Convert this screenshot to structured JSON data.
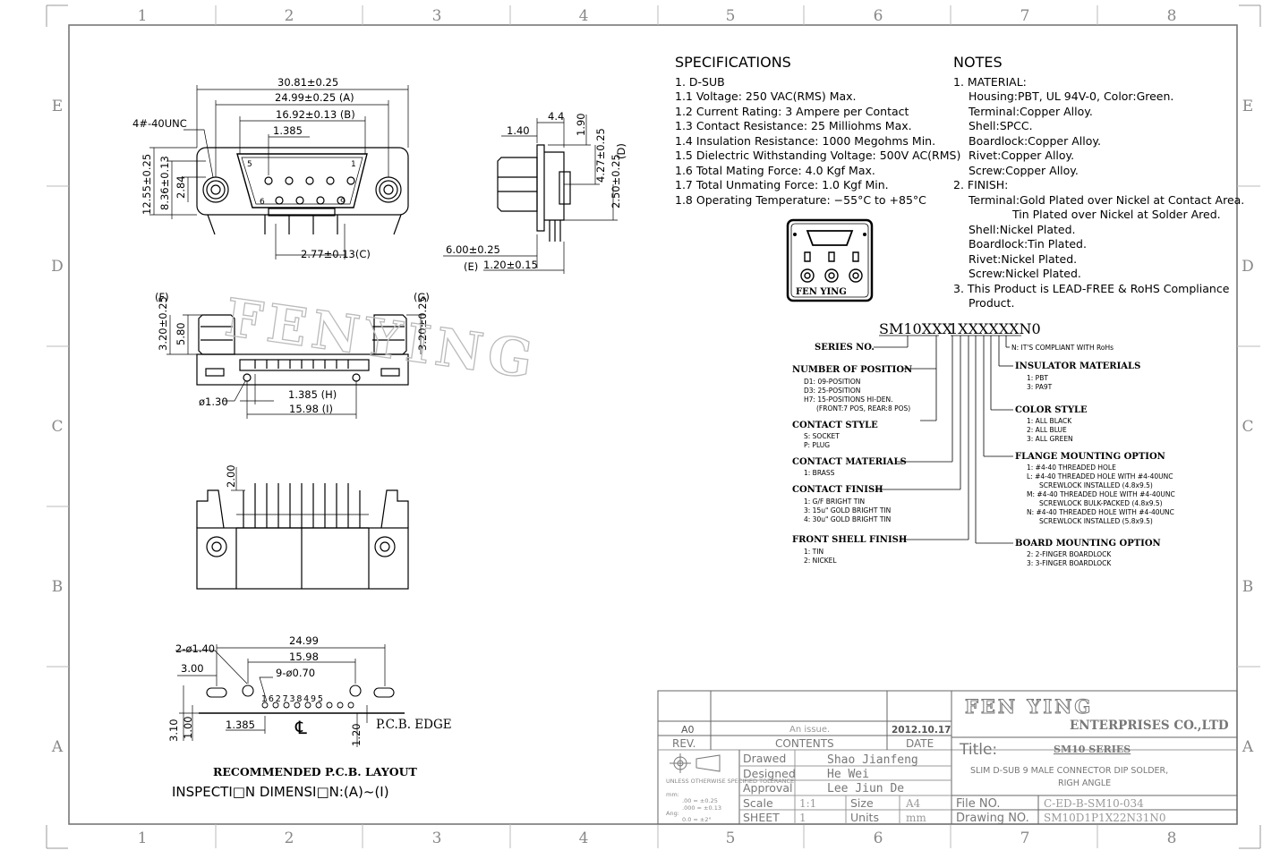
{
  "frame": {
    "cols": [
      "1",
      "2",
      "3",
      "4",
      "5",
      "6",
      "7",
      "8"
    ],
    "rows": [
      "E",
      "D",
      "C",
      "B",
      "A"
    ]
  },
  "front_view": {
    "dims": [
      "30.81±0.25",
      "24.99±0.25 (A)",
      "16.92±0.13 (B)",
      "1.385",
      "4#-40UNC",
      "12.55±0.25",
      "8.36±0.13",
      "2.84",
      "2.77±0.13(C)"
    ],
    "pins_top": [
      "5",
      "1"
    ],
    "pins_bottom": [
      "6",
      "9"
    ]
  },
  "side_view": {
    "dims": [
      "4.4",
      "1.90",
      "1.40",
      "4.27±0.25",
      "(D)",
      "2.50±0.25",
      "6.00±0.25",
      "(E)",
      "1.20±0.15"
    ]
  },
  "bottom_view": {
    "dims": [
      "(F)",
      "(G)",
      "3.20±0.25",
      "5.80",
      "3.20±0.25",
      "ø1.30",
      "1.385 (H)",
      "15.98 (I)"
    ],
    "watermark": "FENYING"
  },
  "rear_view": {
    "dims": [
      "2.00"
    ]
  },
  "pcb_layout": {
    "dims": [
      "2-ø1.40",
      "24.99",
      "3.00",
      "15.98",
      "9-ø0.70",
      "3.10",
      "1.00",
      "1.385",
      "1.20"
    ],
    "pin_numbers": "1 6 2 7 3 8 4 9 5",
    "center_mark": "℄",
    "edge_label": "P.C.B. EDGE",
    "title": "RECOMMENDED P.C.B. LAYOUT",
    "inspection": "INSPECTI□N DIMENSI□N:(A)~(I)"
  },
  "specifications": {
    "heading": "SPECIFICATIONS",
    "lines": [
      "1. D-SUB",
      "1.1 Voltage: 250 VAC(RMS) Max.",
      "1.2 Current Rating: 3 Ampere per Contact",
      "1.3 Contact Resistance: 25 Milliohms Max.",
      "1.4 Insulation Resistance: 1000 Megohms Min.",
      "1.5 Dielectric Withstanding Voltage: 500V AC(RMS)",
      "1.6 Total Mating Force: 4.0 Kgf Max.",
      "1.7 Total Unmating Force: 1.0 Kgf Min.",
      "1.8 Operating Temperature: −55°C to +85°C"
    ]
  },
  "notes": {
    "heading": "NOTES",
    "lines": [
      "1. MATERIAL:",
      "Housing:PBT, UL 94V-0, Color:Green.",
      "Terminal:Copper Alloy.",
      "Shell:SPCC.",
      "Boardlock:Copper Alloy.",
      "Rivet:Copper Alloy.",
      "Screw:Copper Alloy.",
      "2. FINISH:",
      "Terminal:Gold Plated over Nickel at Contact Area.",
      "Tin Plated over Nickel at Solder Ared.",
      "Shell:Nickel Plated.",
      "Boardlock:Tin Plated.",
      "Rivet:Nickel Plated.",
      "Screw:Nickel Plated.",
      "3. This Product is LEAD-FREE & RoHS Compliance",
      "Product."
    ]
  },
  "logo_badge": {
    "text": "FEN YING"
  },
  "part_number": {
    "code_a": "SM10XXX",
    "code_b": "1XXXXXXN0",
    "rohs": "N: IT'S COMPLIANT WITH RoHs",
    "left": [
      {
        "label": "SERIES NO.",
        "opts": []
      },
      {
        "label": "NUMBER OF POSITION",
        "opts": [
          "D1: 09-POSITION",
          "D3: 25-POSITION",
          "H7: 15-POSITIONS HI-DEN.",
          "(FRONT:7 POS, REAR:8 POS)"
        ]
      },
      {
        "label": "CONTACT STYLE",
        "opts": [
          "S: SOCKET",
          "P: PLUG"
        ]
      },
      {
        "label": "CONTACT MATERIALS",
        "opts": [
          "1: BRASS"
        ]
      },
      {
        "label": "CONTACT FINISH",
        "opts": [
          "1: G/F BRIGHT TIN",
          "3: 15u\" GOLD BRIGHT TIN",
          "4: 30u\" GOLD BRIGHT TIN"
        ]
      },
      {
        "label": "FRONT SHELL FINISH",
        "opts": [
          "1: TIN",
          "2: NICKEL"
        ]
      }
    ],
    "right": [
      {
        "label": "INSULATOR MATERIALS",
        "opts": [
          "1: PBT",
          "3: PA9T"
        ]
      },
      {
        "label": "COLOR STYLE",
        "opts": [
          "1: ALL BLACK",
          "2: ALL BLUE",
          "3: ALL GREEN"
        ]
      },
      {
        "label": "FLANGE MOUNTING OPTION",
        "opts": [
          "1: #4-40 THREADED HOLE",
          "L: #4-40 THREADED HOLE WITH #4-40UNC",
          "SCREWLOCK INSTALLED (4.8x9.5)",
          "M: #4-40 THREADED HOLE WITH #4-40UNC",
          "SCREWLOCK BULK-PACKED (4.8x9.5)",
          "N: #4-40 THREADED HOLE WITH #4-40UNC",
          "SCREWLOCK INSTALLED (5.8x9.5)"
        ]
      },
      {
        "label": "BOARD MOUNTING OPTION",
        "opts": [
          "2: 2-FINGER BOARDLOCK",
          "3: 3-FINGER BOARDLOCK"
        ]
      }
    ]
  },
  "title_block": {
    "rev_row": {
      "rev": "A0",
      "contents": "An issue.",
      "date": "2012.10.17"
    },
    "headers": {
      "rev": "REV.",
      "contents": "CONTENTS",
      "date": "DATE"
    },
    "company": "FEN YING",
    "company_sub": "ENTERPRISES CO.,LTD",
    "title_label": "Title:",
    "series": "SM10 SERIES",
    "description": "SLIM D-SUB 9 MALE CONNECTOR DIP SOLDER,",
    "description2": "RIGH ANGLE",
    "drawed_label": "Drawed",
    "drawed": "Shao Jianfeng",
    "designed_label": "Designed",
    "designed": "He Wei",
    "approval_label": "Approval",
    "approval": "Lee Jiun De",
    "scale_label": "Scale",
    "scale": "1:1",
    "size_label": "Size",
    "size": "A4",
    "sheet_label": "SHEET",
    "sheet": "1",
    "units_label": "Units",
    "units": "mm",
    "file_label": "File NO.",
    "file": "C-ED-B-SM10-034",
    "drawing_label": "Drawing NO.",
    "drawing": "SM10D1P1X22N31N0",
    "tol_head": "UNLESS OTHERWISE SPECIFIED TOLERANCE",
    "tol_mm": "mm:",
    "tol1": ".00 = ±0.25",
    "tol2": ".000 = ±0.13",
    "tol_ang": "Ang:",
    "tol3": "0.0 = ±2°"
  }
}
